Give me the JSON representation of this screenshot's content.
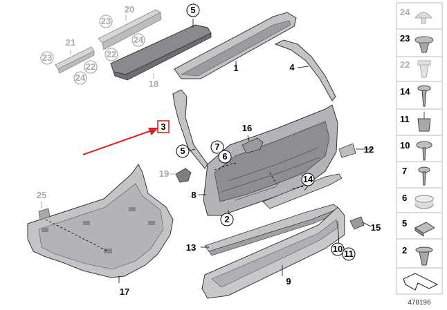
{
  "diagram": {
    "callouts": [
      {
        "id": "c1",
        "text": "1"
      },
      {
        "id": "c2",
        "text": "2"
      },
      {
        "id": "c3",
        "text": "3"
      },
      {
        "id": "c4",
        "text": "4"
      },
      {
        "id": "c5a",
        "text": "5"
      },
      {
        "id": "c5b",
        "text": "5"
      },
      {
        "id": "c6",
        "text": "6"
      },
      {
        "id": "c7",
        "text": "7"
      },
      {
        "id": "c8",
        "text": "8"
      },
      {
        "id": "c9",
        "text": "9"
      },
      {
        "id": "c10",
        "text": "10"
      },
      {
        "id": "c11",
        "text": "11"
      },
      {
        "id": "c12",
        "text": "12"
      },
      {
        "id": "c13",
        "text": "13"
      },
      {
        "id": "c14",
        "text": "14"
      },
      {
        "id": "c15",
        "text": "15"
      },
      {
        "id": "c16",
        "text": "16"
      },
      {
        "id": "c17",
        "text": "17"
      },
      {
        "id": "c18",
        "text": "18"
      },
      {
        "id": "c19",
        "text": "19"
      },
      {
        "id": "c20",
        "text": "20"
      },
      {
        "id": "c21",
        "text": "21"
      },
      {
        "id": "c22a",
        "text": "22"
      },
      {
        "id": "c22b",
        "text": "22"
      },
      {
        "id": "c23a",
        "text": "23"
      },
      {
        "id": "c23b",
        "text": "23"
      },
      {
        "id": "c24a",
        "text": "24"
      },
      {
        "id": "c24b",
        "text": "24"
      },
      {
        "id": "c25",
        "text": "25"
      }
    ],
    "sidebar": [
      {
        "text": "24",
        "style": "grey"
      },
      {
        "text": "23",
        "style": "black"
      },
      {
        "text": "22",
        "style": "grey"
      },
      {
        "text": "14",
        "style": "black"
      },
      {
        "text": "11",
        "style": "black"
      },
      {
        "text": "10",
        "style": "black"
      },
      {
        "text": "7",
        "style": "black"
      },
      {
        "text": "6",
        "style": "black"
      },
      {
        "text": "5",
        "style": "black"
      },
      {
        "text": "2",
        "style": "black"
      }
    ],
    "reference_number": "478196",
    "colors": {
      "highlight": "#e0201b",
      "part_fill": "#c9c9cc",
      "part_dark": "#9a9aa0",
      "ghost_fill": "#d8d8da"
    }
  }
}
